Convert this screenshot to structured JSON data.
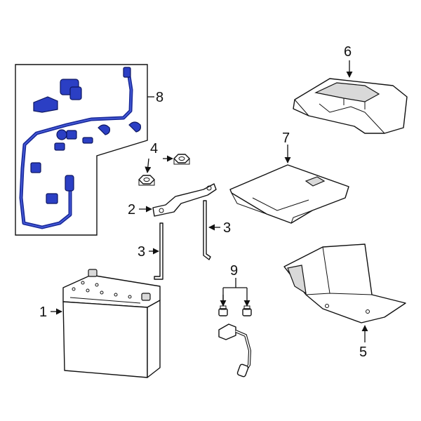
{
  "callouts": {
    "c1": "1",
    "c2": "2",
    "c3a": "3",
    "c3b": "3",
    "c4": "4",
    "c5": "5",
    "c6": "6",
    "c7": "7",
    "c8": "8",
    "c9": "9"
  },
  "icons": {
    "arrow": "arrowhead-icon"
  },
  "colors": {
    "highlight_cable": "#1a2a9a",
    "line_art": "#111111",
    "background": "#ffffff"
  }
}
